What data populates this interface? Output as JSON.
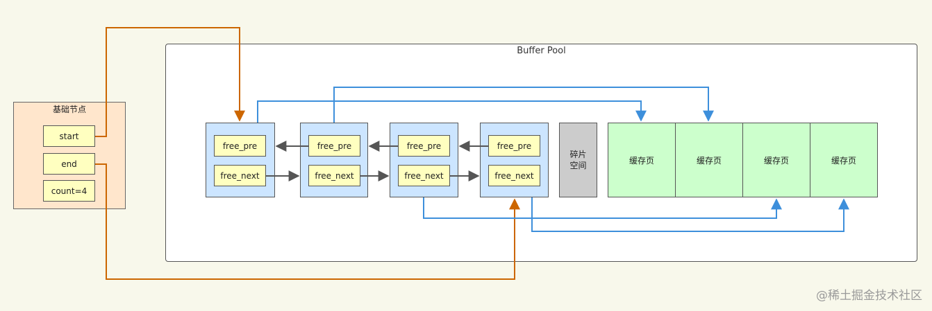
{
  "diagram": {
    "pool_title": "Buffer Pool",
    "base_node": {
      "title": "基础节点",
      "fields": [
        "start",
        "end",
        "count=4"
      ]
    },
    "free_nodes": [
      {
        "pre": "free_pre",
        "next": "free_next"
      },
      {
        "pre": "free_pre",
        "next": "free_next"
      },
      {
        "pre": "free_pre",
        "next": "free_next"
      },
      {
        "pre": "free_pre",
        "next": "free_next"
      }
    ],
    "fragment": "碎片\n空间",
    "cache_pages": [
      "缓存页",
      "缓存页",
      "缓存页",
      "缓存页"
    ],
    "colors": {
      "orange_arrow": "#cc6600",
      "blue_arrow": "#3d8fdb",
      "gray_arrow": "#555555",
      "base_fill": "#ffe6cc",
      "field_fill": "#ffffc0",
      "node_fill": "#cce5ff",
      "fragment_fill": "#cccccc",
      "page_fill": "#ccffcc"
    }
  },
  "watermark": "@稀土掘金技术社区"
}
